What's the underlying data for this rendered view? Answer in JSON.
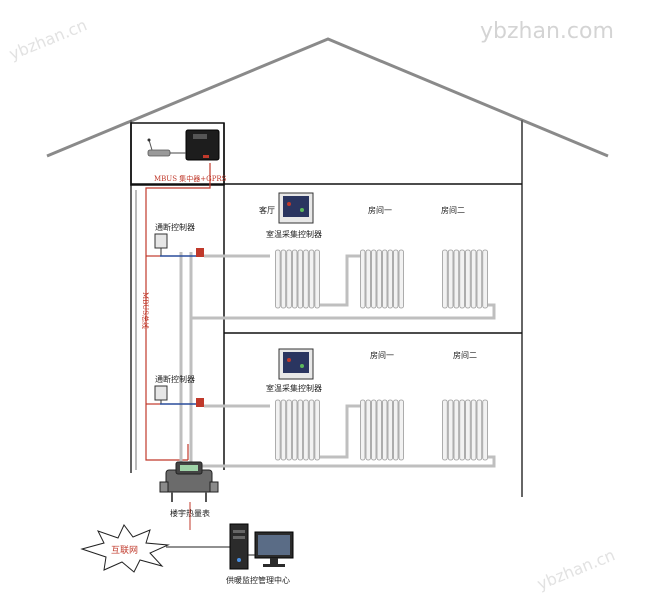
{
  "watermarks": {
    "top_right": "ybzhan.com",
    "top_left": "ybzhan.cn",
    "bottom_right": "ybzhan.cn"
  },
  "labels": {
    "mbus_concentrator": "MBUS 集中器+GPRS",
    "mbus_bus": "MBUS总线",
    "living_room": "客厅",
    "room_one": "房间一",
    "room_two": "房间二",
    "room_temp_ctrl": "室温采集控制器",
    "onoff_ctrl": "通断控制器",
    "building_heat_meter": "楼宇热量表",
    "internet": "互联网",
    "monitor_center": "供暖监控管理中心"
  },
  "colors": {
    "house_outline": "#8a8a8a",
    "frame": "#222222",
    "bus": "#c0392b",
    "pipe": "#bfbfbf",
    "supply": "#2a4d9b"
  }
}
